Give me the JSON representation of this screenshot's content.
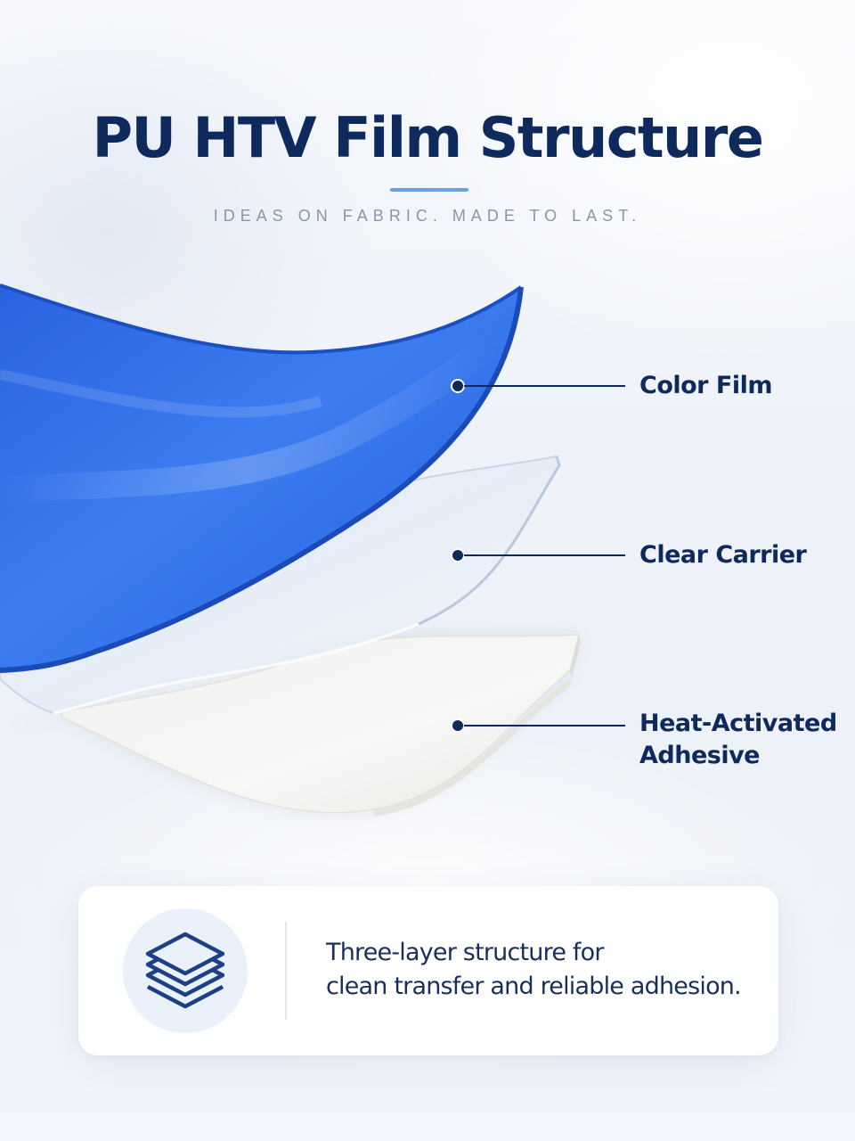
{
  "header": {
    "title": "PU HTV Film Structure",
    "subtitle": "IDEAS ON FABRIC. MADE TO LAST."
  },
  "layers": [
    {
      "label": "Color Film"
    },
    {
      "label": "Clear Carrier"
    },
    {
      "label_line1": "Heat-Activated",
      "label_line2": "Adhesive"
    }
  ],
  "footer_card": {
    "icon": "layers-icon",
    "line1": "Three-layer structure for",
    "line2": "clean transfer and reliable adhesion."
  },
  "colors": {
    "title": "#0e2a5c",
    "accent": "#6e9fd8",
    "color_film": "#2f6fe6",
    "clear_carrier": "#dfe8f4",
    "adhesive": "#f4f4f2",
    "callout": "#0e2a5c"
  }
}
